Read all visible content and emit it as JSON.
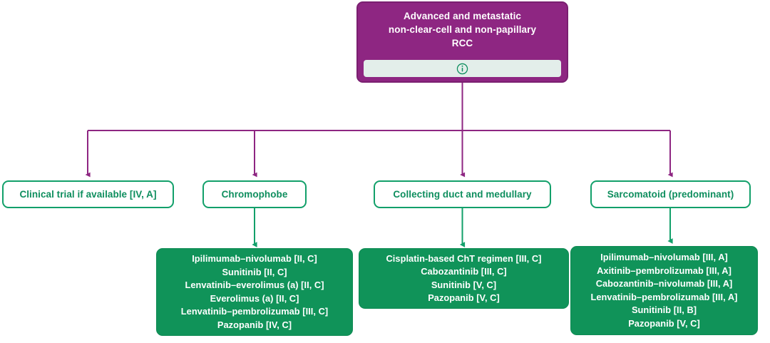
{
  "diagram": {
    "title_node": {
      "text": "Advanced and metastatic\nnon-clear-cell and non-papillary\nRCC",
      "info_icon": "info-circle-icon",
      "fill_color": "#8E2682",
      "info_bar_color": "#E3EEEA"
    },
    "accent_colors": {
      "purple": "#8E2682",
      "green_outline": "#12A06A",
      "green_fill": "#109359",
      "green_text": "#0E8E5E"
    },
    "branches": [
      {
        "category": "Clinical trial if available [IV, A]",
        "treatments": []
      },
      {
        "category": "Chromophobe",
        "treatments": [
          "Ipilimumab–nivolumab [II, C]",
          "Sunitinib [II, C]",
          "Lenvatinib–everolimus (a) [II, C]",
          "Everolimus (a) [II, C]",
          "Lenvatinib–pembrolizumab [III, C]",
          "Pazopanib [IV, C]"
        ]
      },
      {
        "category": "Collecting duct and medullary",
        "treatments": [
          "Cisplatin-based ChT regimen [III, C]",
          "Cabozantinib [III, C]",
          "Sunitinib [V, C]",
          "Pazopanib [V, C]"
        ]
      },
      {
        "category": "Sarcomatoid (predominant)",
        "treatments": [
          "Ipilimumab–nivolumab [III, A]",
          "Axitinib–pembrolizumab [III, A]",
          "Cabozantinib–nivolumab [III, A]",
          "Lenvatinib–pembrolizumab [III, A]",
          "Sunitinib [II, B]",
          "Pazopanib [V, C]"
        ]
      }
    ]
  }
}
